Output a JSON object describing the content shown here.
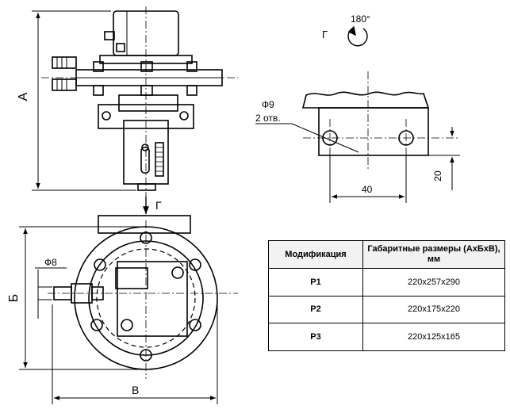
{
  "dimensions": {
    "height_a": "А",
    "height_b": "Б",
    "width_v": "В",
    "view_arrow": "Г",
    "hole_diameter": "Ф9",
    "hole_count": "2 отв.",
    "small_diameter": "Ф8",
    "hole_spacing": "40",
    "hole_height": "20"
  },
  "view_g": {
    "label": "Г",
    "rotation": "180°"
  },
  "table": {
    "headers": [
      "Модификация",
      "Габаритные размеры (АхБхВ), мм"
    ],
    "rows": [
      {
        "model": "Р1",
        "size": "220x257x290"
      },
      {
        "model": "Р2",
        "size": "220x175x220"
      },
      {
        "model": "Р3",
        "size": "220x125x165"
      }
    ]
  }
}
